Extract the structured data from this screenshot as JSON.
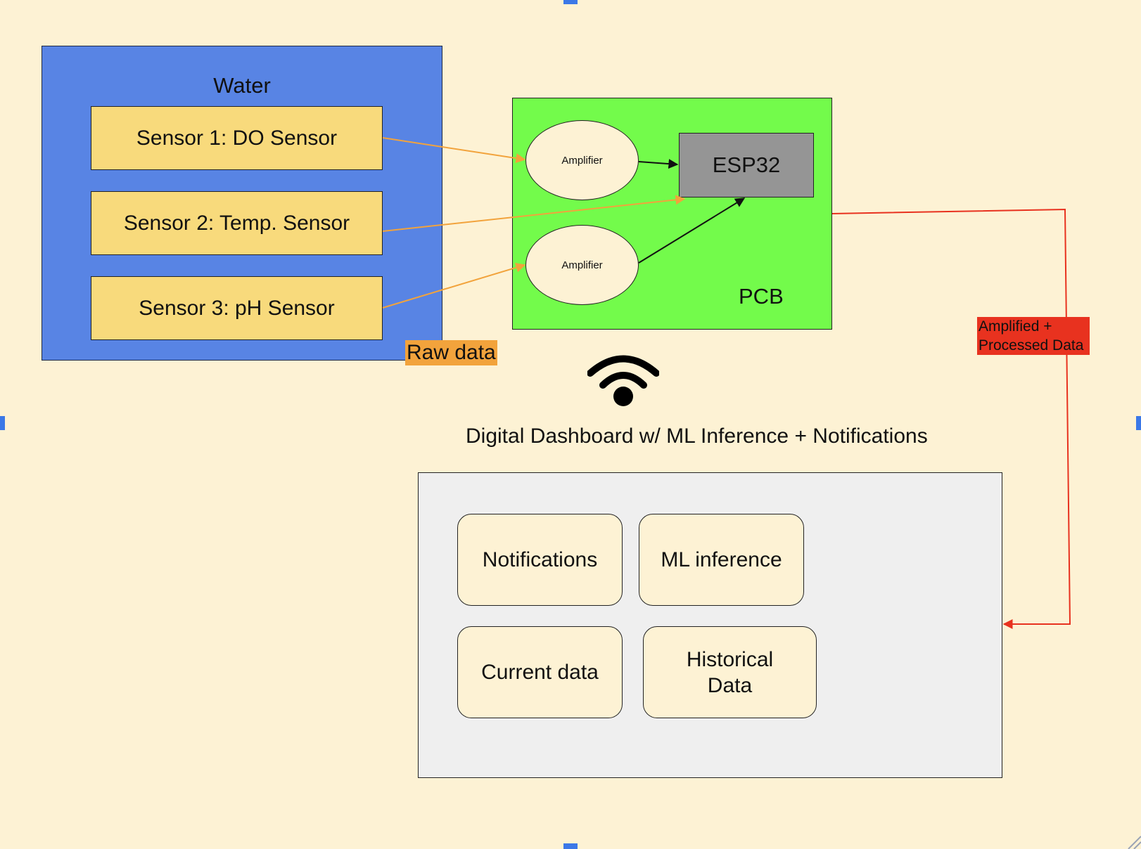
{
  "water": {
    "label": "Water"
  },
  "sensors": [
    {
      "label": "Sensor 1: DO Sensor"
    },
    {
      "label": "Sensor 2: Temp. Sensor"
    },
    {
      "label": "Sensor 3: pH Sensor"
    }
  ],
  "pcb": {
    "label": "PCB",
    "amplifiers": [
      {
        "label": "Amplifier"
      },
      {
        "label": "Amplifier"
      }
    ],
    "esp": "ESP32"
  },
  "edge_labels": {
    "raw_data": "Raw data",
    "amplified_line1": "Amplified +",
    "amplified_line2": "Processed Data"
  },
  "wifi_icon": "wifi-icon",
  "dashboard": {
    "title": "Digital Dashboard w/ ML Inference + Notifications",
    "tiles": {
      "notifications": "Notifications",
      "ml_inference": "ML inference",
      "current_data": "Current data",
      "historical_line1": "Historical",
      "historical_line2": "Data"
    }
  },
  "colors": {
    "background": "#fdf2d4",
    "water": "#5884e4",
    "sensor": "#f8da7c",
    "pcb": "#73fb4b",
    "esp": "#959595",
    "raw_data_label": "#f2a33c",
    "processed_label": "#e8321f",
    "dashboard": "#efefef",
    "arrow_orange": "#f2a33c",
    "arrow_red": "#e8321f",
    "selection_handle": "#3b78e7"
  }
}
